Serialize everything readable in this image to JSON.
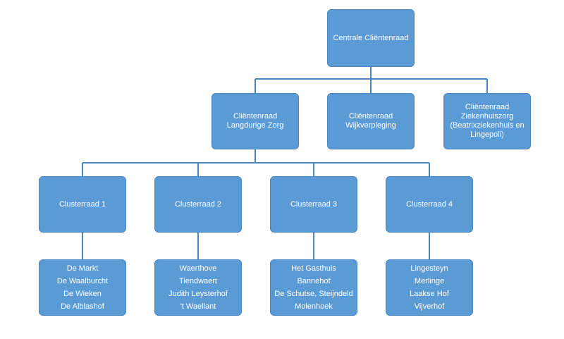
{
  "colors": {
    "box_fill": "#5b9bd5",
    "box_border": "#4a86bf",
    "connector": "#4a86bf",
    "text": "#ffffff"
  },
  "root": {
    "lines": [
      "Centrale Cliëntenraad"
    ]
  },
  "councils": [
    {
      "lines": [
        "Cliëntenraad",
        "Langdurige Zorg"
      ]
    },
    {
      "lines": [
        "Cliëntenraad",
        "Wijkverpleging"
      ]
    },
    {
      "lines": [
        "Cliëntenraad",
        "Ziekenhuiszorg",
        "(Beatrixziekenhuis en",
        "Lingepoli)"
      ]
    }
  ],
  "clusters": [
    {
      "lines": [
        "Clusterraad 1"
      ]
    },
    {
      "lines": [
        "Clusterraad 2"
      ]
    },
    {
      "lines": [
        "Clusterraad 3"
      ]
    },
    {
      "lines": [
        "Clusterraad 4"
      ]
    }
  ],
  "locations": [
    {
      "lines": [
        "De Markt",
        "De Waalburcht",
        "De Wieken",
        "De Alblashof"
      ]
    },
    {
      "lines": [
        "Waerthove",
        "Tiendwaert",
        "Judith Leysterhof",
        "'t Waellant"
      ]
    },
    {
      "lines": [
        "Het Gasthuis",
        "Bannehof",
        "De Schutse, Steijndeld",
        "Molenhoek"
      ]
    },
    {
      "lines": [
        "Lingesteyn",
        "Merlinge",
        "Laakse Hof",
        "Vijverhof"
      ]
    }
  ]
}
